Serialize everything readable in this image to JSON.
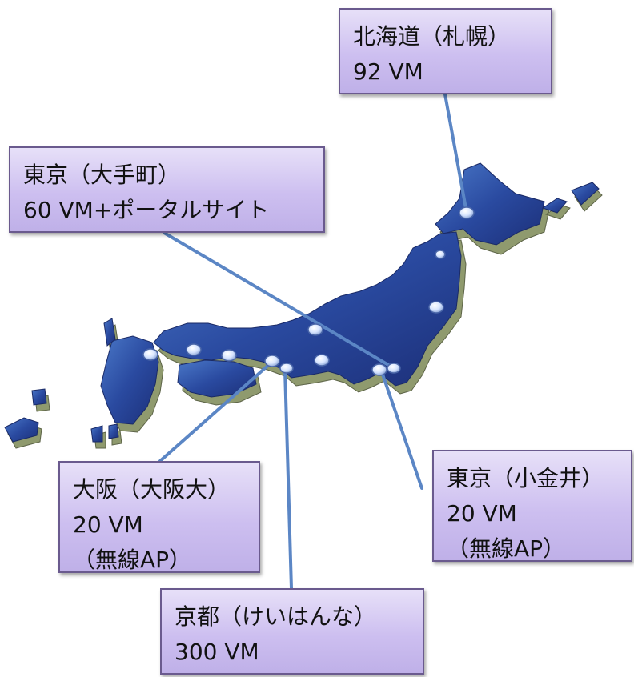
{
  "map": {
    "colors": {
      "land_top": "#2a4aa0",
      "land_side": "#8f9a6e",
      "marker": "#d6e4ff",
      "leader_line": "#5b86c5",
      "callout_fill": "#cdbff0",
      "callout_border": "#6a5a8e"
    },
    "sites": [
      {
        "id": "sapporo",
        "title": "北海道（札幌）",
        "lines": [
          "92 VM"
        ]
      },
      {
        "id": "otemachi",
        "title": "東京（大手町）",
        "lines": [
          "60 VM+ポータルサイト"
        ]
      },
      {
        "id": "osaka",
        "title": "大阪（大阪大）",
        "lines": [
          "20 VM",
          "（無線AP）"
        ]
      },
      {
        "id": "koganei",
        "title": "東京（小金井）",
        "lines": [
          "20 VM",
          "（無線AP）"
        ]
      },
      {
        "id": "keihanna",
        "title": "京都（けいはんな）",
        "lines": [
          "300 VM"
        ]
      }
    ]
  }
}
